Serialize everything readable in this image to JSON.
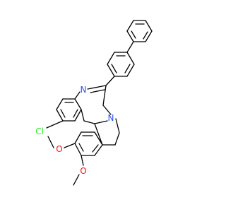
{
  "molecule": {
    "atoms": {
      "nitrogen_imine": "N",
      "nitrogen_amine": "N",
      "chlorine": "Cl",
      "oxygen_upper": "O",
      "oxygen_lower": "O"
    },
    "colors": {
      "bond": "#000000",
      "nitrogen": "#3050F8",
      "chlorine": "#1FF01F",
      "oxygen": "#FF0D0D",
      "background": "#FFFFFF"
    }
  }
}
